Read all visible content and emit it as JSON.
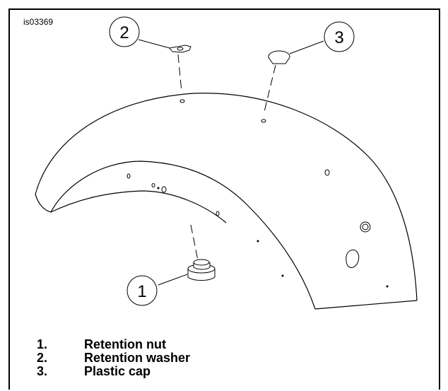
{
  "figure": {
    "id": "is03369"
  },
  "callouts": [
    {
      "number": "1",
      "part": "retention-nut"
    },
    {
      "number": "2",
      "part": "retention-washer"
    },
    {
      "number": "3",
      "part": "plastic-cap"
    }
  ],
  "legend": [
    {
      "number": "1.",
      "label": "Retention nut"
    },
    {
      "number": "2.",
      "label": "Retention washer"
    },
    {
      "number": "3.",
      "label": "Plastic cap"
    }
  ]
}
